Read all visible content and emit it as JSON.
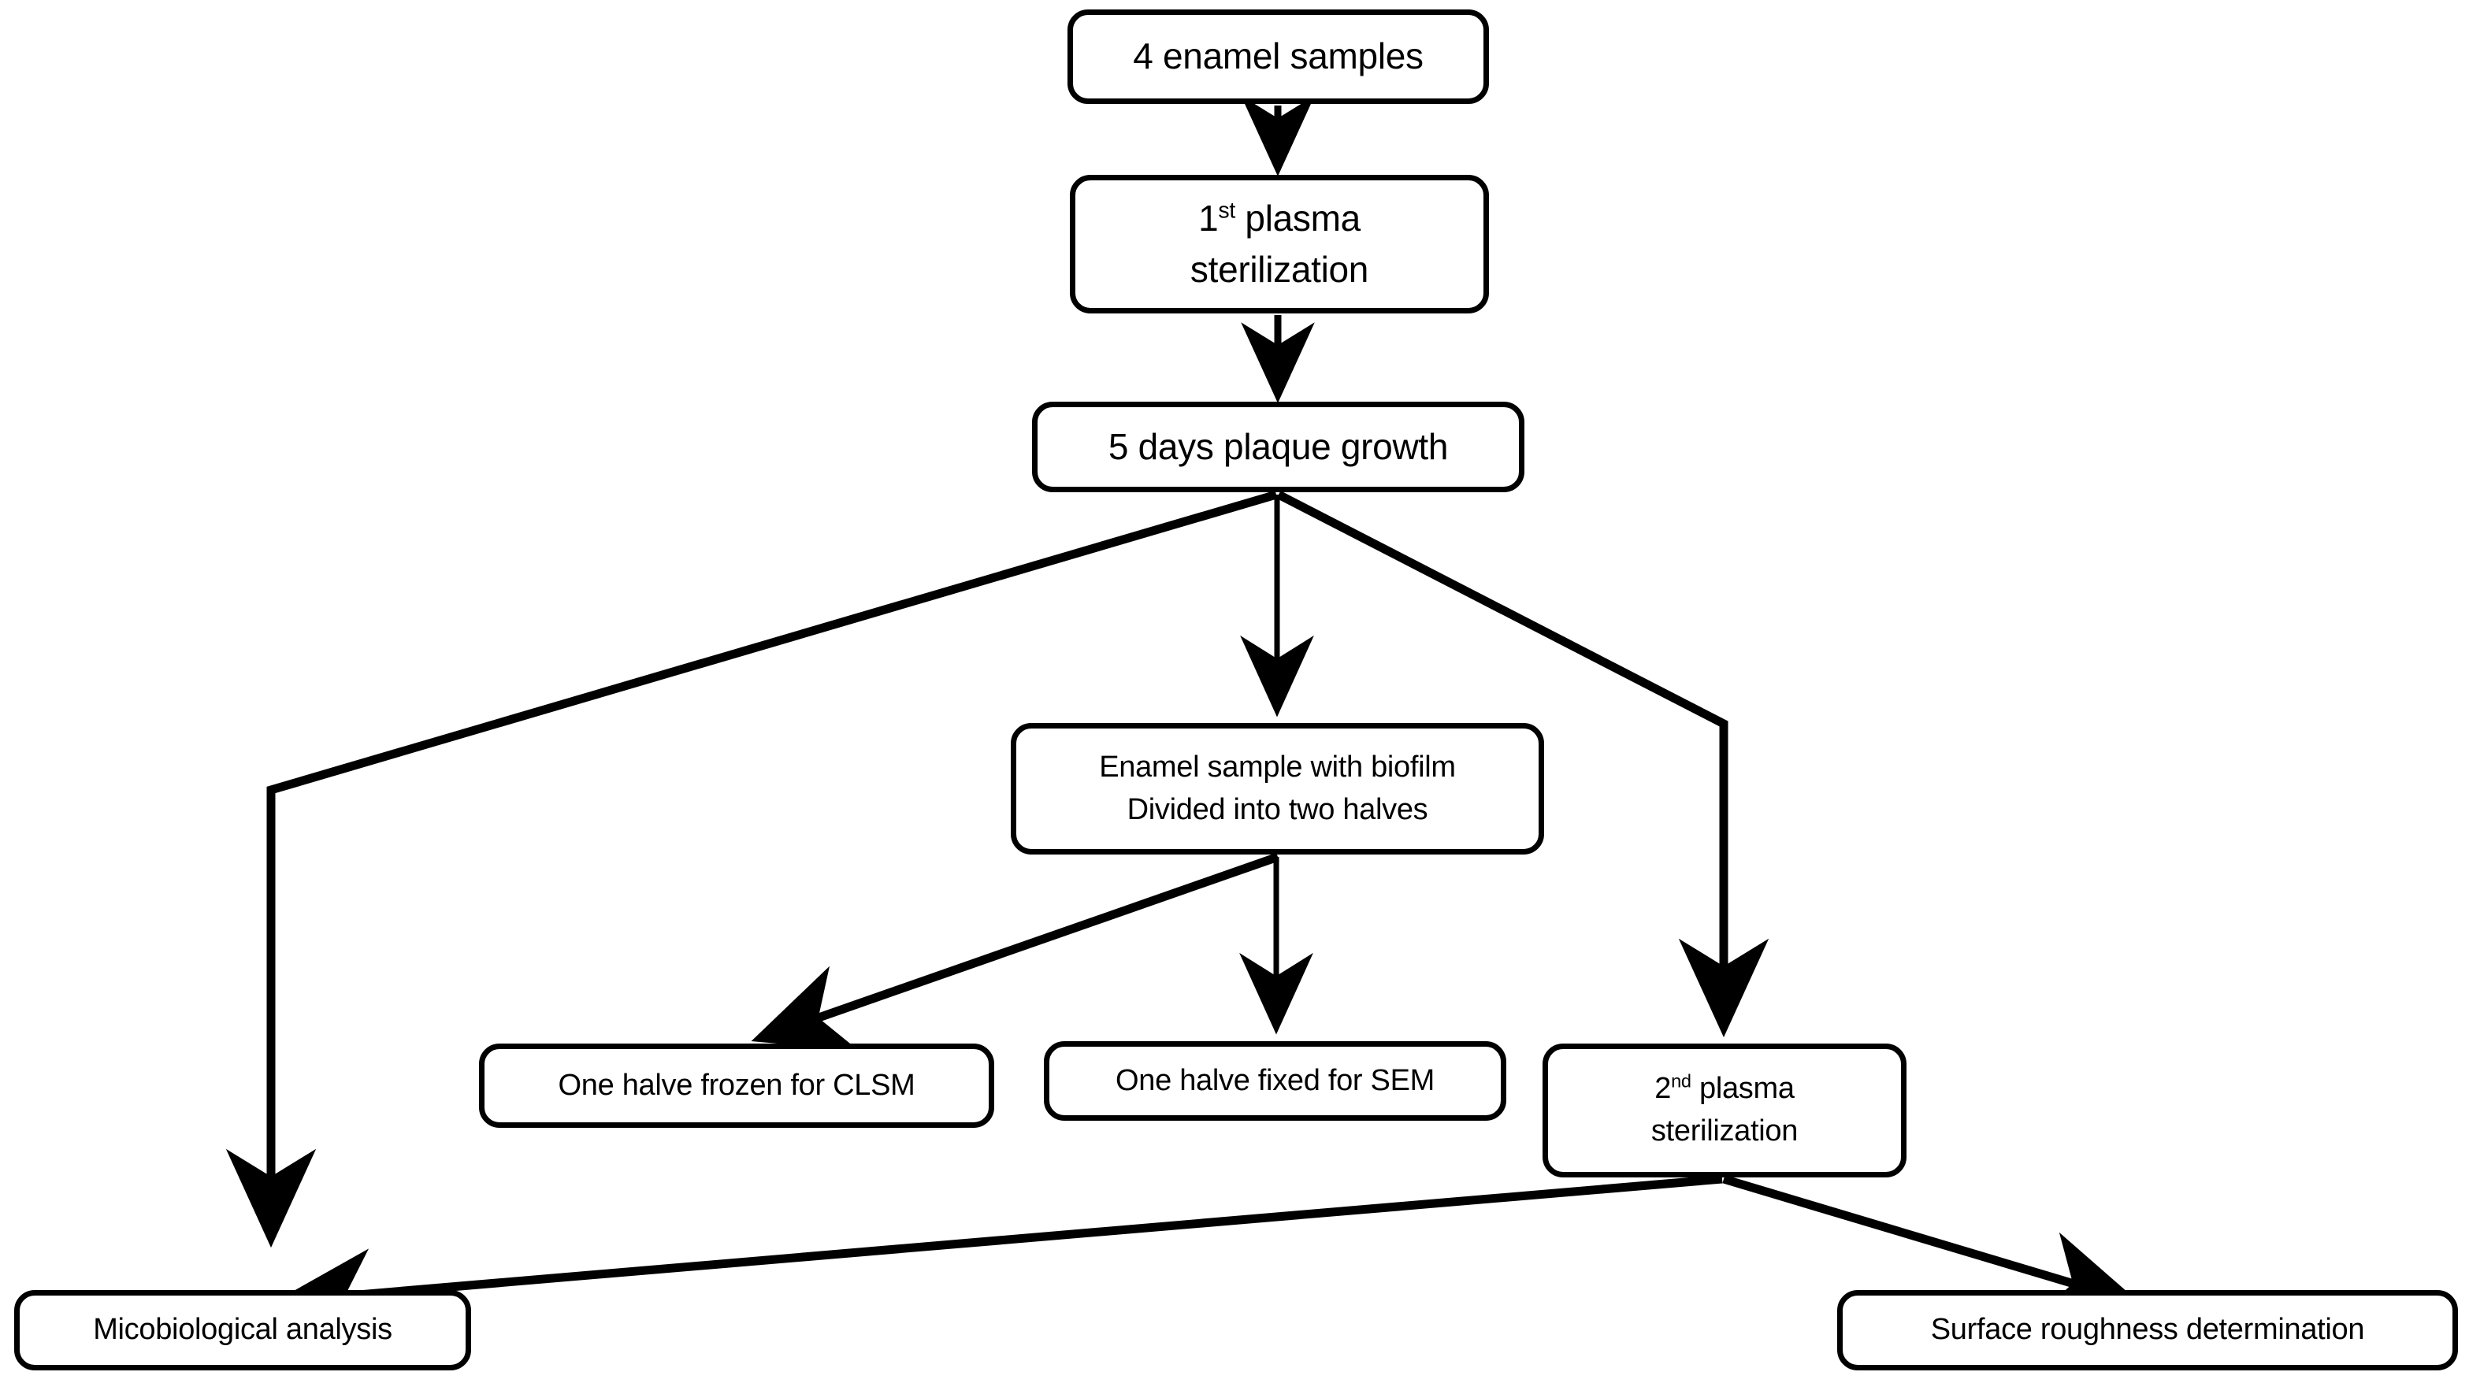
{
  "diagram": {
    "type": "flowchart",
    "title": "Experimental workflow for enamel biofilm plasma sterilization study",
    "orientation": "top-to-bottom",
    "background_color": "#ffffff",
    "stroke_color": "#000000",
    "text_color": "#000000",
    "node_shape": "rounded-rectangle",
    "nodes": [
      {
        "id": "samples",
        "label": "4 enamel samples",
        "level": 1
      },
      {
        "id": "sterile1",
        "label_prefix": "1",
        "label_superscript": "st",
        "label_suffix": " plasma\nsterilization",
        "label": "1st plasma sterilization",
        "level": 2
      },
      {
        "id": "plaque",
        "label": "5 days plaque growth",
        "level": 3
      },
      {
        "id": "biofilm",
        "label": "Enamel sample with biofilm\nDivided into two halves",
        "line1": "Enamel sample with biofilm",
        "line2": "Divided into two halves",
        "level": 4
      },
      {
        "id": "clsm",
        "label": "One halve frozen for CLSM",
        "level": 5
      },
      {
        "id": "sem",
        "label": "One halve fixed  for SEM",
        "level": 5
      },
      {
        "id": "sterile2",
        "label_prefix": "2",
        "label_superscript": "nd",
        "label_suffix": " plasma\nsterilization",
        "label": "2nd plasma sterilization",
        "level": 5
      },
      {
        "id": "micro",
        "label": "Micobiological analysis",
        "level": 6
      },
      {
        "id": "roughness",
        "label": "Surface roughness determination",
        "level": 6
      }
    ],
    "edges": [
      {
        "from": "samples",
        "to": "sterile1",
        "style": "straight-vertical",
        "arrow": "end"
      },
      {
        "from": "sterile1",
        "to": "plaque",
        "style": "straight-vertical",
        "arrow": "end"
      },
      {
        "from": "plaque",
        "to": "micro",
        "style": "elbow-left",
        "arrow": "end"
      },
      {
        "from": "plaque",
        "to": "biofilm",
        "style": "straight-vertical",
        "arrow": "end"
      },
      {
        "from": "plaque",
        "to": "sterile2",
        "style": "elbow-right",
        "arrow": "end"
      },
      {
        "from": "biofilm",
        "to": "clsm",
        "style": "diagonal",
        "arrow": "end"
      },
      {
        "from": "biofilm",
        "to": "sem",
        "style": "straight-vertical",
        "arrow": "end"
      },
      {
        "from": "sterile2",
        "to": "micro",
        "style": "diagonal",
        "arrow": "end"
      },
      {
        "from": "sterile2",
        "to": "roughness",
        "style": "diagonal",
        "arrow": "end"
      }
    ]
  }
}
